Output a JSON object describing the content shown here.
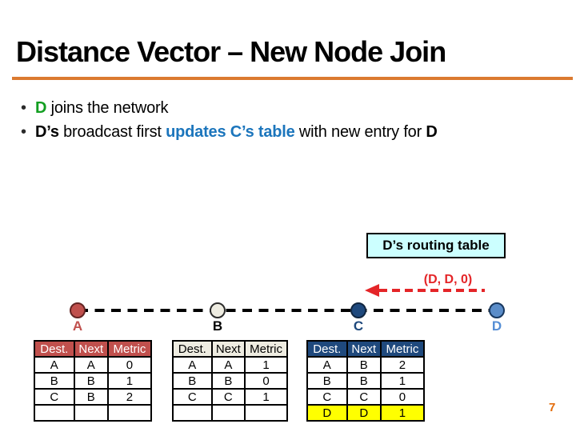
{
  "slide": {
    "title": "Distance Vector – New Node Join",
    "page_number": "7"
  },
  "bullets": {
    "marker": "•",
    "line1": {
      "lead": "D",
      "rest": " joins the network"
    },
    "line2": {
      "lead": "D’s",
      "mid1": " broadcast first ",
      "highlight": "updates C’s table",
      "mid2": " with new entry for ",
      "tail": "D"
    }
  },
  "diagram": {
    "callout_label": "D’s routing table",
    "update_message": "(D, D, 0)",
    "nodes": [
      {
        "label": "A",
        "fill": "#C0504D",
        "label_color": "#C0504D"
      },
      {
        "label": "B",
        "fill": "#EEECE1",
        "label_color": "#000000"
      },
      {
        "label": "C",
        "fill": "#1F497D",
        "label_color": "#1F497D"
      },
      {
        "label": "D",
        "fill": "#5B8DC9",
        "label_color": "#558ED5"
      }
    ]
  },
  "tables": [
    {
      "owner": "A",
      "header_bg": "#C0504D",
      "headers": [
        "Dest.",
        "Next",
        "Metric"
      ],
      "rows": [
        [
          "A",
          "A",
          "0"
        ],
        [
          "B",
          "B",
          "1"
        ],
        [
          "C",
          "B",
          "2"
        ],
        [
          "",
          "",
          ""
        ]
      ]
    },
    {
      "owner": "B",
      "header_bg": "#EEECE1",
      "headers": [
        "Dest.",
        "Next",
        "Metric"
      ],
      "rows": [
        [
          "A",
          "A",
          "1"
        ],
        [
          "B",
          "B",
          "0"
        ],
        [
          "C",
          "C",
          "1"
        ],
        [
          "",
          "",
          ""
        ]
      ]
    },
    {
      "owner": "C",
      "header_bg": "#1F497D",
      "headers": [
        "Dest.",
        "Next",
        "Metric"
      ],
      "highlight_row": 3,
      "highlight_color": "#FFFF00",
      "rows": [
        [
          "A",
          "B",
          "2"
        ],
        [
          "B",
          "B",
          "1"
        ],
        [
          "C",
          "C",
          "0"
        ],
        [
          "D",
          "D",
          "1"
        ]
      ]
    }
  ],
  "colors": {
    "accent_orange": "#DB7A30",
    "green_keyword": "#129E20",
    "blue_keyword": "#1B75BC",
    "red_annotation": "#E42528",
    "callout_bg": "#CCFFFF"
  }
}
